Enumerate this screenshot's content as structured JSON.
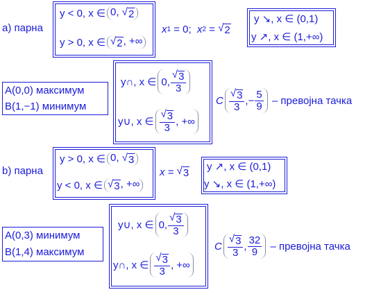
{
  "part_a": {
    "label": "a) парна",
    "sign_neg": "y < 0, x ∈",
    "sign_neg_interval_left": "0,",
    "sign_neg_root": "2",
    "sign_pos": "y > 0, x ∈",
    "sign_pos_root": "2",
    "sign_pos_interval_right": ", +∞",
    "zeros_x1": "x",
    "zeros_x1_sub": "1",
    "zeros_x1_val": " = 0;  ",
    "zeros_x2": "x",
    "zeros_x2_sub": "2",
    "zeros_x2_val": " = ",
    "zeros_x2_root": "2",
    "mono_dec": "y ↘, x ∈ (0,1)",
    "mono_inc": "y ↗, x ∈ (1,+∞)",
    "extremum_max": "A(0,0)  максимум",
    "extremum_min": "B(1,−1)  минимум",
    "conv_cap": "y∩, x ∈",
    "conv_cap_interval_left": "0,",
    "conv_cap_frac_num_root": "3",
    "conv_cap_frac_den": "3",
    "conv_cup": "y∪, x ∈",
    "conv_cup_frac_num_root": "3",
    "conv_cup_frac_den": "3",
    "conv_cup_interval_right": ", +∞",
    "inflection_letter": "C",
    "inflection_x_root": "3",
    "inflection_x_den": "3",
    "inflection_y_num": "5",
    "inflection_y_den": "9",
    "inflection_sep": ",−",
    "inflection_label": " – превојна тачка"
  },
  "part_b": {
    "label": "b) парна",
    "sign_pos": "y > 0, x ∈",
    "sign_pos_interval_left": "0,",
    "sign_pos_root": "3",
    "sign_neg": "y < 0, x ∈",
    "sign_neg_root": "3",
    "sign_neg_interval_right": ", +∞",
    "zero_x": "x = ",
    "zero_root": "3",
    "mono_inc": "y ↗, x ∈ (0,1)",
    "mono_dec": "y ↘, x ∈ (1,+∞)",
    "extremum_min": "A(0,3)  минимум",
    "extremum_max": "B(1,4)  максимум",
    "conv_cup": "y∪, x ∈",
    "conv_cup_interval_left": "0,",
    "conv_cup_frac_num_root": "3",
    "conv_cup_frac_den": "3",
    "conv_cap": "y∩, x ∈",
    "conv_cap_frac_num_root": "3",
    "conv_cap_frac_den": "3",
    "conv_cap_interval_right": ", +∞",
    "inflection_letter": "C",
    "inflection_x_root": "3",
    "inflection_x_den": "3",
    "inflection_y_num": "32",
    "inflection_y_den": "9",
    "inflection_sep": ",",
    "inflection_label": " – превојна тачка"
  },
  "colors": {
    "ink": "#1a1ad8",
    "paren": "#8a8aa8",
    "background": "#ffffff"
  }
}
